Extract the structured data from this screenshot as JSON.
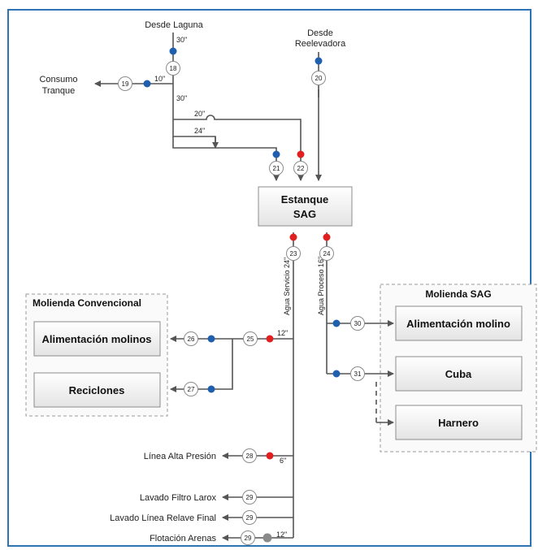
{
  "sources": {
    "laguna": "Desde Laguna",
    "reelevadora_line1": "Desde",
    "reelevadora_line2": "Reelevadora"
  },
  "consumo": {
    "line1": "Consumo",
    "line2": "Tranque"
  },
  "estanque": {
    "line1": "Estanque",
    "line2": "SAG"
  },
  "groups": {
    "convencional": {
      "title": "Molienda Convencional",
      "boxes": [
        "Alimentación molinos",
        "Reciclones"
      ]
    },
    "sag": {
      "title": "Molienda SAG",
      "boxes": [
        "Alimentación molino",
        "Cuba",
        "Harnero"
      ]
    }
  },
  "pipe_labels": {
    "servicio": "Agua Servicio 24\"",
    "proceso": "Agua Proceso 16\""
  },
  "sizes": {
    "laguna_in": "30\"",
    "consumo": "10\"",
    "laguna_down": "30\"",
    "branch_20": "20\"",
    "branch_24": "24\"",
    "servicio_conv": "12\"",
    "alta_presion": "6\"",
    "flotacion": "12\""
  },
  "outputs": {
    "alta_presion": "Línea Alta Presión",
    "lavado_filtro": "Lavado Filtro Larox",
    "lavado_relave": "Lavado Línea Relave Final",
    "flotacion": "Flotación Arenas"
  },
  "numbers": {
    "n18": "18",
    "n19": "19",
    "n20": "20",
    "n21": "21",
    "n22": "22",
    "n23": "23",
    "n24": "24",
    "n25": "25",
    "n26": "26",
    "n27": "27",
    "n28": "28",
    "n29a": "29",
    "n29b": "29",
    "n29c": "29",
    "n30": "30",
    "n31": "31"
  },
  "colors": {
    "frame": "#2e74b5",
    "valve_blue": "#1f5fae",
    "valve_red": "#e02020",
    "valve_gray": "#8a8a8a",
    "pipe": "#555555"
  }
}
